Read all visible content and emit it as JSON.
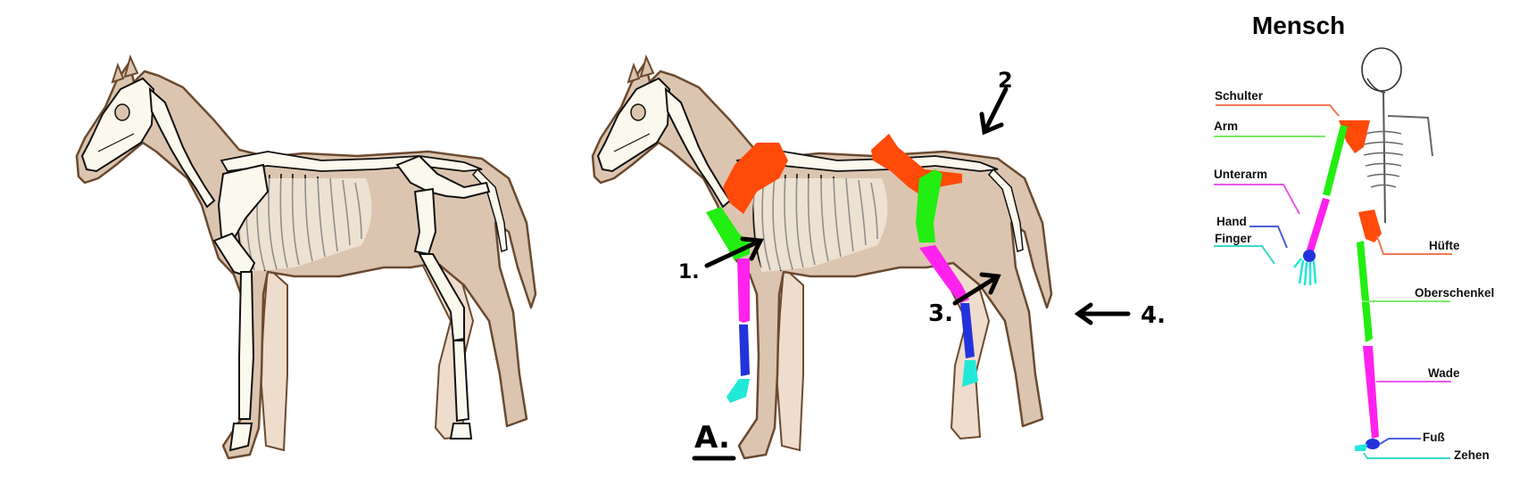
{
  "figure": {
    "description": "Horse skeleton compared with human skeleton, bones color-coded",
    "colors": {
      "skin": "#dcc5b0",
      "skin_far_legs": "#eedccc",
      "outline": "#6b4a30",
      "bone": "#fbf8ee",
      "shoulder_hip": "#ff4a0a",
      "upper_arm_thigh": "#22ee11",
      "forearm_calf": "#ff22ee",
      "hand_foot": "#2233dd",
      "finger_toe": "#22e8d8",
      "ink": "#000000"
    }
  },
  "horse_plain": {
    "name": "horse-skeleton-plain"
  },
  "horse_colored": {
    "marker": "A.",
    "callouts": [
      {
        "id": "1",
        "label": "1."
      },
      {
        "id": "2",
        "label": "2"
      },
      {
        "id": "3",
        "label": "3."
      },
      {
        "id": "4",
        "label": "4."
      }
    ]
  },
  "human": {
    "title": "Mensch",
    "labels": [
      {
        "id": "schulter",
        "text": "Schulter",
        "color": "#f07a55"
      },
      {
        "id": "arm",
        "text": "Arm",
        "color": "#7ce86a"
      },
      {
        "id": "unterarm",
        "text": "Unterarm",
        "color": "#e85ae8"
      },
      {
        "id": "hand",
        "text": "Hand",
        "color": "#4a5fd8"
      },
      {
        "id": "finger",
        "text": "Finger",
        "color": "#3ad8c8"
      },
      {
        "id": "huefte",
        "text": "Hüfte",
        "color": "#f07a55"
      },
      {
        "id": "oberschenkel",
        "text": "Oberschenkel",
        "color": "#7ce86a"
      },
      {
        "id": "wade",
        "text": "Wade",
        "color": "#e85ae8"
      },
      {
        "id": "fuss",
        "text": "Fuß",
        "color": "#4a5fd8"
      },
      {
        "id": "zehen",
        "text": "Zehen",
        "color": "#3ad8c8"
      }
    ]
  }
}
